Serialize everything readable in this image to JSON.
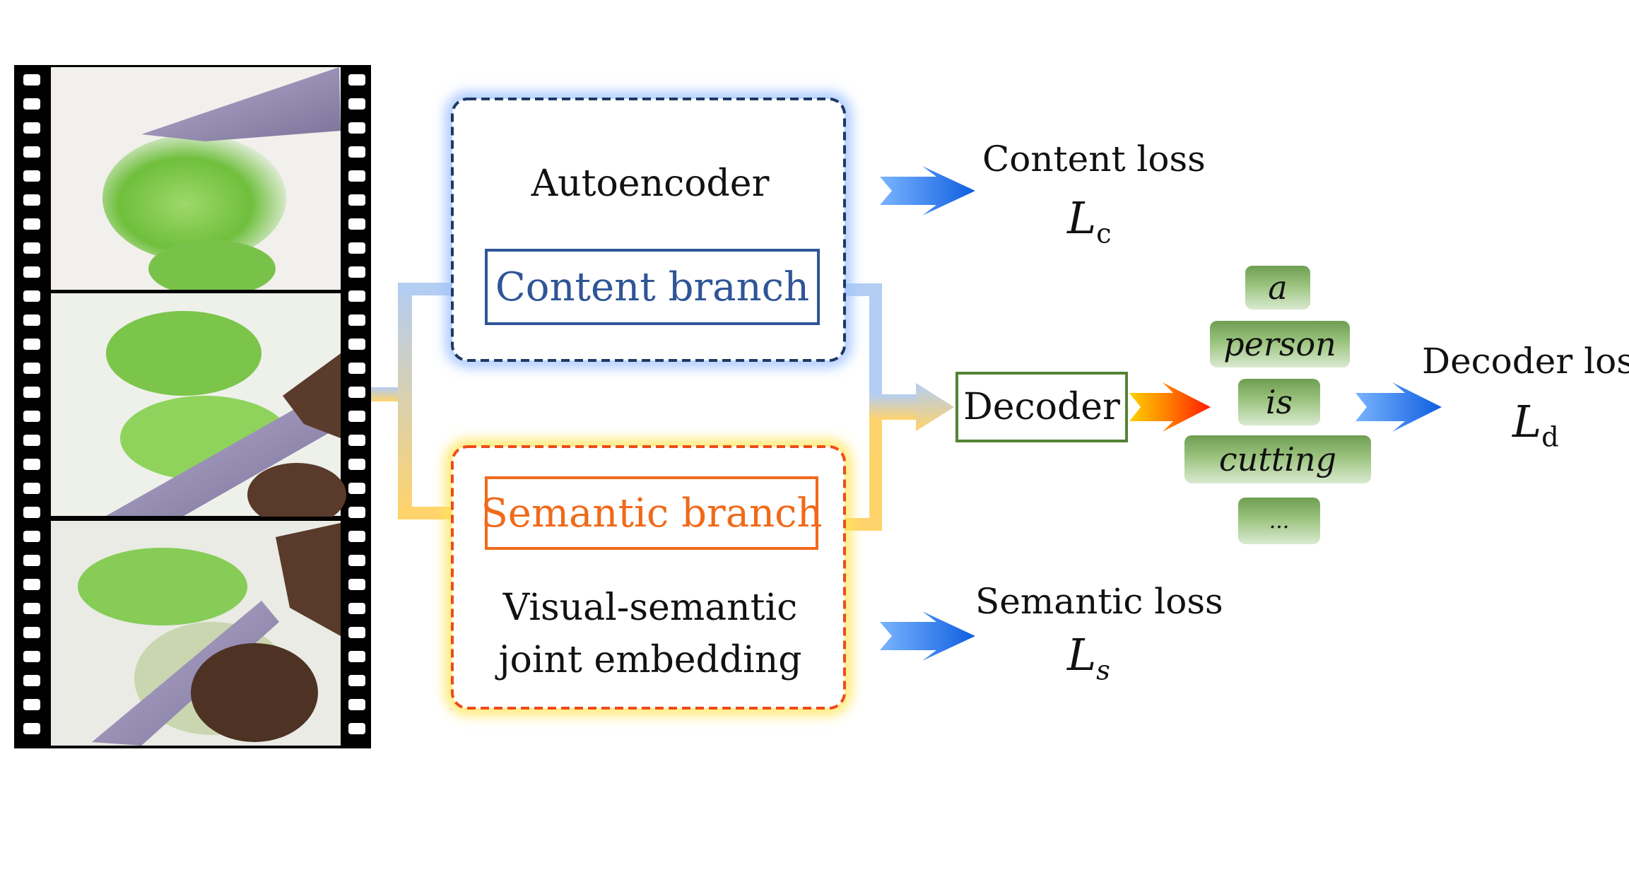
{
  "autoencoder": {
    "title": "Autoencoder",
    "branch_label": "Content branch",
    "color": "#2f5597"
  },
  "joint_embedding": {
    "title_line1": "Visual-semantic",
    "title_line2": "joint embedding",
    "branch_label": "Semantic branch",
    "color": "#f06a1a"
  },
  "decoder": {
    "label": "Decoder",
    "color": "#548235"
  },
  "losses": {
    "content": {
      "name": "Content loss",
      "symbol": "L",
      "subscript": "c"
    },
    "semantic": {
      "name": "Semantic loss",
      "symbol": "L",
      "subscript": "s"
    },
    "decoder": {
      "name": "Decoder loss",
      "symbol": "L",
      "subscript": "d"
    }
  },
  "caption_tokens": [
    "a",
    "person",
    "is",
    "cutting",
    "..."
  ],
  "colors": {
    "loss_arrow": "#1f6fe0",
    "content_path": "#b4cdf2",
    "semantic_path": "#ffd36b",
    "film": "#000000"
  }
}
